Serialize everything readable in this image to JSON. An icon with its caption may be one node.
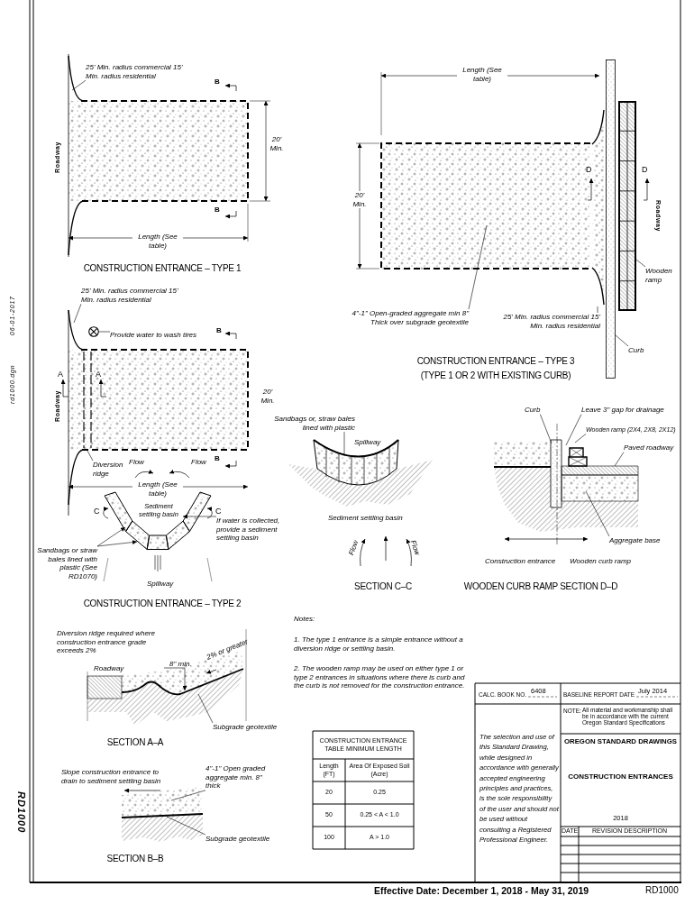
{
  "diagram": {
    "nodes": [
      {
        "text": [
          "25' Min. radius commercial 15' Min. radius residential"
        ]
      },
      {
        "text": [
          "Wooden ramp"
        ]
      },
      {
        "text": [
          "4\"-1\" Open-graded aggregate min 8\" Thick over subgrade geotextile"
        ]
      },
      {
        "text": [
          "25' Min. radius commercial 15' Min. radius residential"
        ]
      },
      {
        "text": [
          "Curb"
        ]
      },
      {
        "text": [
          "25' Min. radius commercial 15' Min. radius residential"
        ]
      },
      {
        "text": [
          "Provide water to wash tires"
        ]
      },
      {
        "text": [],
        "shape": "circle"
      },
      {
        "text": [
          "Diversion ridge"
        ]
      },
      {
        "text": [],
        "shape": "picture"
      },
      {
        "text": [
          "Sediment settling basin"
        ],
        "in": 9
      },
      {
        "text": [
          "If water is collected, provide a sediment settling basin"
        ]
      },
      {
        "text": [
          "Sandbags or straw bales lined with plastic (See RD1070)"
        ]
      },
      {
        "text": [
          "Sandbags or, straw bales lined with plastic"
        ]
      },
      {
        "text": [
          "Curb"
        ]
      },
      {
        "text": [
          "Leave 3\" gap for drainage"
        ]
      },
      {
        "text": [
          "Wooden ramp (2X4, 2X8, 2X12)"
        ]
      },
      {
        "text": [
          "Paved roadway"
        ]
      },
      {
        "text": [
          "Aggregate base"
        ]
      },
      {
        "text": [
          "Subgrade geotextile"
        ]
      },
      {
        "text": [
          "4\"-1\" Open graded aggregate min. 8\" thick"
        ]
      },
      {
        "text": [
          "Subgrade geotextile"
        ]
      },
      {
        "text": [],
        "shape": "box"
      },
      {
        "text": [],
        "shape": "box"
      },
      {
        "text": [],
        "shape": "box"
      }
    ],
    "edges": [
      {
        "from": 0,
        "to": null,
        "arrow": "none"
      },
      {
        "from": 1,
        "to": 23,
        "arrow": "none"
      },
      {
        "from": 2,
        "to": 24,
        "arrow": "none"
      },
      {
        "from": 3,
        "to": null,
        "arrow": "none"
      },
      {
        "from": 4,
        "to": 22,
        "arrow": "none"
      },
      {
        "from": 5,
        "to": null,
        "arrow": "none"
      },
      {
        "from": 6,
        "to": 7,
        "arrow": "none"
      },
      {
        "from": 8,
        "to": null,
        "arrow": "none"
      },
      {
        "from": 11,
        "to": 10,
        "arrow": "to"
      },
      {
        "from": 12,
        "to": 9,
        "arrow": "to"
      },
      {
        "from": 12,
        "to": 9,
        "arrow": "to"
      },
      {
        "from": 13,
        "to": null,
        "arrow": "none"
      },
      {
        "from": 14,
        "to": null,
        "arrow": "none"
      },
      {
        "from": 15,
        "to": null,
        "arrow": "none"
      },
      {
        "from": 16,
        "to": null,
        "arrow": "none"
      },
      {
        "from": 17,
        "to": null,
        "arrow": "none"
      },
      {
        "from": 18,
        "to": null,
        "arrow": "none"
      },
      {
        "from": 19,
        "to": null,
        "arrow": "none"
      },
      {
        "from": 20,
        "to": null,
        "arrow": "none"
      },
      {
        "from": 21,
        "to": null,
        "arrow": "none"
      }
    ],
    "labels": [
      "B",
      "Roadway",
      "20' Min.",
      "B",
      "Length (See table)",
      "CONSTRUCTION ENTRANCE – TYPE 1",
      "Length (See table)",
      "20' Min.",
      "D",
      "D",
      "Roadway",
      "CONSTRUCTION ENTRANCE – TYPE 3",
      "(TYPE 1 OR 2 WITH EXISTING CURB)",
      "B",
      "A",
      "A",
      "Roadway",
      "20' Min.",
      "B",
      "Flow",
      "Flow",
      "Length (See table)",
      "C",
      "C",
      "Spillway",
      "CONSTRUCTION ENTRANCE – TYPE 2",
      "Spillway",
      "Sediment settling basin",
      "Flow",
      "Flow",
      "SECTION C–C",
      "Construction entrance",
      "Wooden curb ramp",
      "WOODEN CURB RAMP SECTION D–D",
      "Diversion ridge required where construction entrance grade exceeds 2%",
      "Notes:",
      "1. The type 1 entrance is a simple entrance without a diversion ridge or settling basin.",
      "2. The wooden ramp may be used on either type 1 or type 2 entrances in situations where there is curb and the curb is not removed for the construction entrance.",
      "Roadway",
      "8\" min.",
      "2% or greater",
      "SECTION A–A",
      "CALC. BOOK NO.",
      "6408",
      "BASELINE REPORT DATE",
      "July 2014",
      "NOTE:",
      "All material and workmanship shall be in accordance with the current Oregon Standard Specifications",
      "Slope construction entrance to drain to sediment settling basin",
      "CONSTRUCTION ENTRANCE TABLE MINIMUM LENGTH",
      "Length (FT)",
      "Area Of Exposed Soil (Acre)",
      "20",
      "0.25",
      "50",
      "0.25 < A < 1.0",
      "100",
      "A > 1.0",
      "The selection and use of this Standard Drawing, while designed in accordance with generally accepted engineering principles and practices, is the sole responsibility of the user and should not be used without consulting a Registered Professional Engineer.",
      "OREGON STANDARD DRAWINGS",
      "CONSTRUCTION ENTRANCES",
      "2018",
      "DATE",
      "REVISION DESCRIPTION",
      "SECTION B–B",
      "Effective Date: December 1, 2018 - May 31, 2019",
      "RD1000",
      "06-01-2017",
      "rd1000.dgn",
      "RD1000"
    ]
  }
}
